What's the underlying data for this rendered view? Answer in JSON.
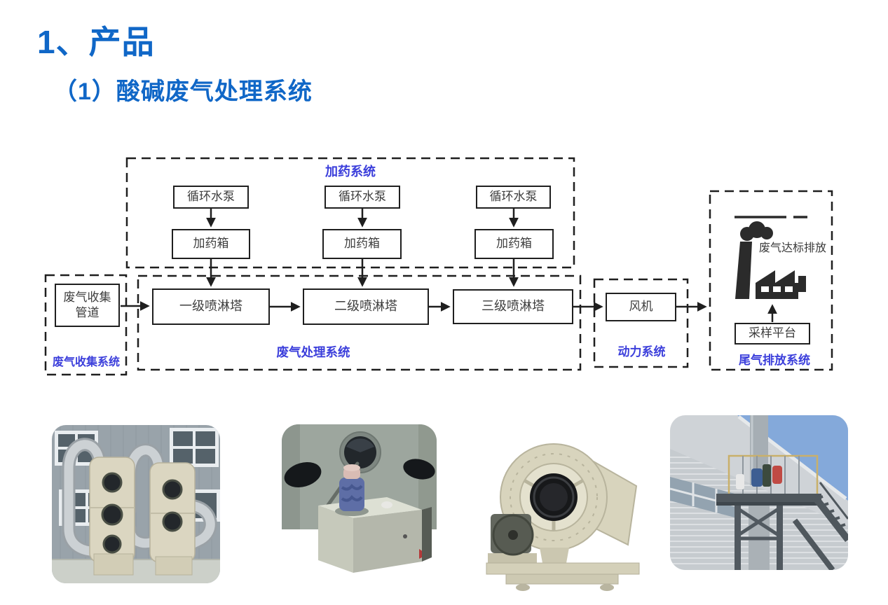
{
  "page": {
    "title": "1、产品",
    "subtitle": "（1）酸碱废气处理系统"
  },
  "colors": {
    "heading_blue": "#1067c7",
    "label_blue": "#3b3edb",
    "diagram_line": "#1f1f1f"
  },
  "diagram": {
    "dosing": {
      "label": "加药系统",
      "pumps": [
        "循环水泵",
        "循环水泵",
        "循环水泵"
      ],
      "tanks": [
        "加药箱",
        "加药箱",
        "加药箱"
      ]
    },
    "collection": {
      "label": "废气收集系统",
      "duct": "废气收集管道"
    },
    "treatment": {
      "label": "废气处理系统",
      "towers": [
        "一级喷淋塔",
        "二级喷淋塔",
        "三级喷淋塔"
      ]
    },
    "power": {
      "label": "动力系统",
      "fan": "风机"
    },
    "exhaust": {
      "label": "尾气排放系统",
      "caption": "废气达标排放",
      "platform": "采样平台"
    }
  },
  "icons": {
    "factory": "factory-emission-icon"
  },
  "photos": [
    {
      "name": "spray-towers-photo"
    },
    {
      "name": "dosing-tank-photo"
    },
    {
      "name": "centrifugal-fan-photo"
    },
    {
      "name": "sampling-platform-photo"
    }
  ]
}
